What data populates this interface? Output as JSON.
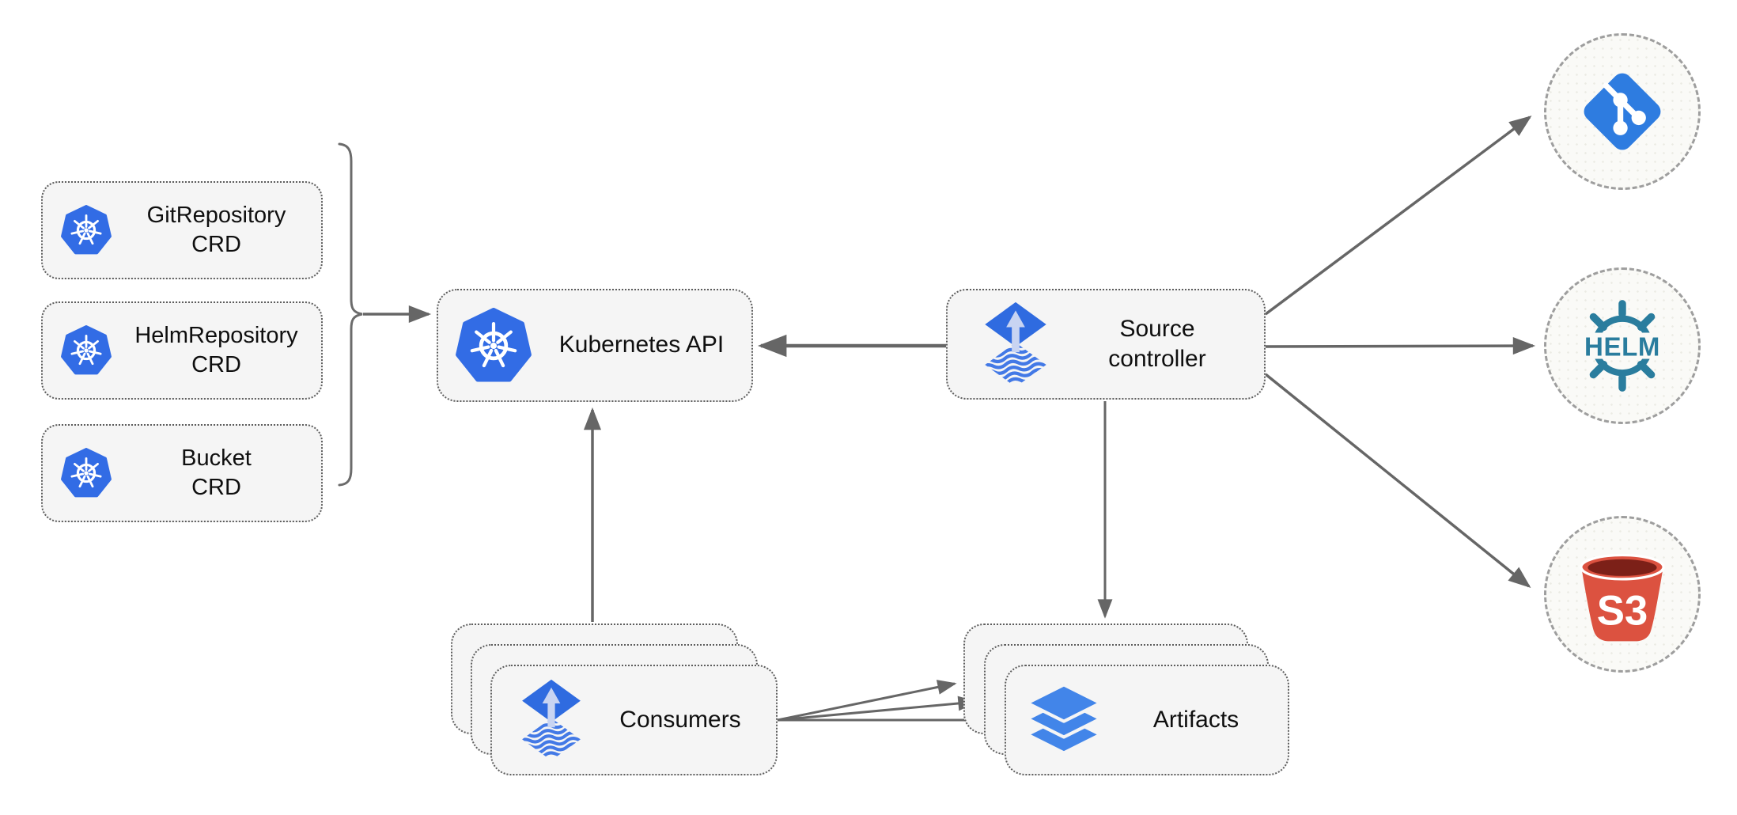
{
  "diagram": {
    "crd_boxes": [
      {
        "line1": "GitRepository",
        "line2": "CRD",
        "icon": "kubernetes-icon"
      },
      {
        "line1": "HelmRepository",
        "line2": "CRD",
        "icon": "kubernetes-icon"
      },
      {
        "line1": "Bucket",
        "line2": "CRD",
        "icon": "kubernetes-icon"
      }
    ],
    "kubernetes_api": {
      "label": "Kubernetes API",
      "icon": "kubernetes-icon"
    },
    "source_controller": {
      "line1": "Source",
      "line2": "controller",
      "icon": "flux-icon"
    },
    "consumers": {
      "label": "Consumers",
      "icon": "flux-icon",
      "stacked": 3
    },
    "artifacts": {
      "label": "Artifacts",
      "icon": "layers-icon",
      "stacked": 3
    },
    "external_sources": [
      {
        "name": "git-repository",
        "icon": "git-icon",
        "label": ""
      },
      {
        "name": "helm-repository",
        "icon": "helm-icon",
        "label": "HELM"
      },
      {
        "name": "s3-bucket",
        "icon": "s3-bucket-icon",
        "label": "S3"
      }
    ],
    "connections": [
      {
        "from": "crd-group",
        "to": "kubernetes-api"
      },
      {
        "from": "source-controller",
        "to": "kubernetes-api"
      },
      {
        "from": "consumers",
        "to": "kubernetes-api"
      },
      {
        "from": "source-controller",
        "to": "artifacts"
      },
      {
        "from": "source-controller",
        "to": "git-repository"
      },
      {
        "from": "source-controller",
        "to": "helm-repository"
      },
      {
        "from": "source-controller",
        "to": "s3-bucket"
      },
      {
        "from": "consumers",
        "to": "artifacts",
        "count": 3
      }
    ],
    "colors": {
      "kubernetes_blue": "#326CE5",
      "flux_blue": "#2F6BE0",
      "flux_arrow_light": "#C8D4F2",
      "layers_blue": "#4285E9",
      "git_blue": "#2E7CE0",
      "helm_teal": "#2A7D9E",
      "s3_red": "#DC5240",
      "s3_dark_red": "#7C2018",
      "node_fill": "#F5F5F5",
      "circle_fill": "#FAFAF7",
      "arrow_gray": "#666666",
      "text_color": "#111111"
    }
  }
}
